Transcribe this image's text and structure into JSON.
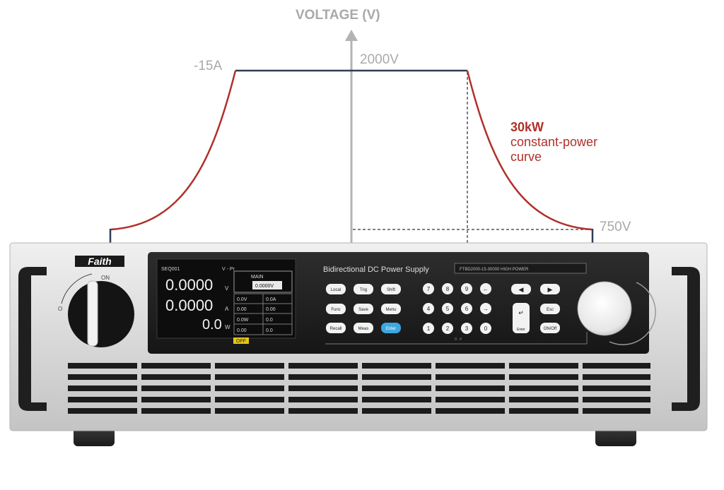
{
  "diagram": {
    "axis_title": "VOLTAGE (V)",
    "label_current": "-15A",
    "label_max_voltage": "2000V",
    "label_min_voltage": "750V",
    "power_label": "30kW",
    "power_desc_line1": "constant-power",
    "power_desc_line2": "curve",
    "curve_color": "#b0302a",
    "flat_line_color": "#2d3e54",
    "axis_color": "#b3b3b3"
  },
  "device": {
    "brand": "Faith",
    "knob_label_on": "ON",
    "knob_label_off": "O",
    "title": "Bidirectional DC Power Supply",
    "model_strip": "FTBD2000-15-30000 HIGH POWER",
    "display": {
      "header_left": "SEQ001",
      "header_right": "V - Pr",
      "voltage": "0.0000",
      "voltage_unit": "V",
      "current": "0.0000",
      "current_unit": "A",
      "power": "0.0",
      "power_unit": "W",
      "side_title": "MAIN",
      "side_value": "0.0000V",
      "cells": [
        "0.0V",
        "0.0A",
        "0.00",
        "0.00",
        "0.0W",
        "0.0",
        "0.00",
        "0.0"
      ],
      "status_badge": "OFF"
    },
    "buttons_left": [
      "Local",
      "Trig",
      "Shift",
      "Func",
      "Save",
      "Menu",
      "Recall",
      "Meas",
      "Enter"
    ],
    "keypad": [
      "7",
      "8",
      "9",
      "←",
      "4",
      "5",
      "6",
      "→",
      "1",
      "2",
      "3",
      "0"
    ],
    "keypad_caption": "0 . #",
    "nav_buttons": [
      "◀",
      "▶",
      "Esc",
      "ON/Off"
    ],
    "enter_label": "Enter",
    "accent_blue": "#3ea7e0"
  }
}
